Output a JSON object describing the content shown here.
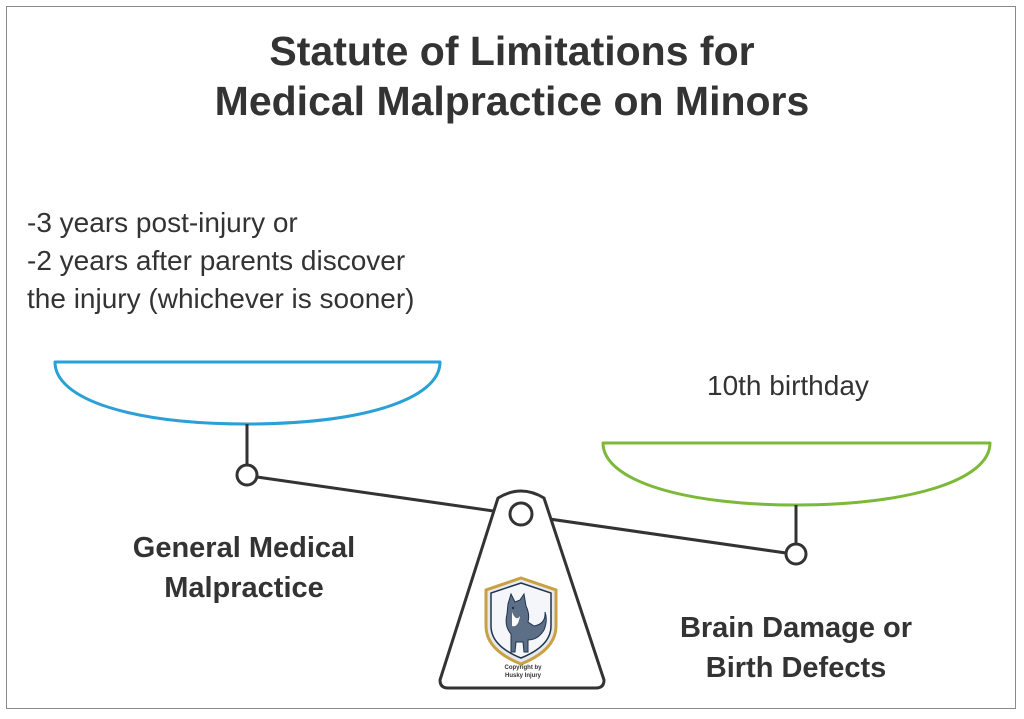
{
  "title": {
    "line1": "Statute of Limitations for",
    "line2": "Medical Malpractice on Minors"
  },
  "left_pan": {
    "note_lines": [
      "-3 years post-injury or",
      "-2 years after parents discover",
      "the injury (whichever is sooner)"
    ],
    "label_lines": [
      "General Medical",
      "Malpractice"
    ],
    "color": "#2aa0d6"
  },
  "right_pan": {
    "note": "10th birthday",
    "label_lines": [
      "Brain Damage or",
      "Birth Defects"
    ],
    "color": "#7cb83a"
  },
  "logo": {
    "icon": "husky-shield-logo",
    "caption_lines": [
      "Copyright by",
      "Husky Injury"
    ]
  },
  "colors": {
    "ink": "#333333",
    "frame": "#8a8a8a"
  }
}
